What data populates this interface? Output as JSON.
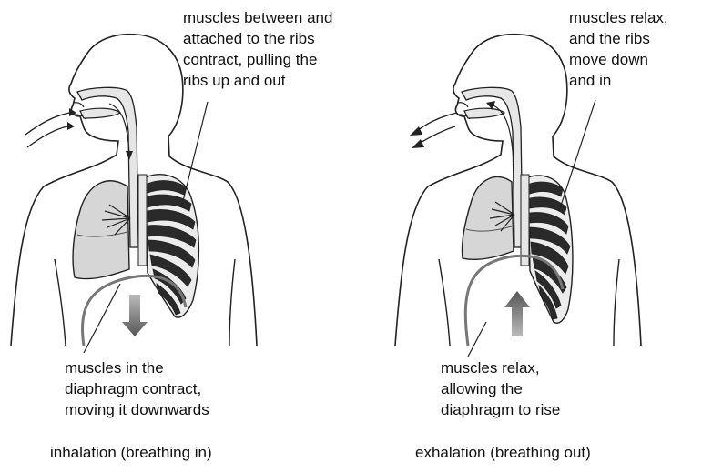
{
  "panels": [
    {
      "caption": "inhalation (breathing in)",
      "top_note": "muscles between and\nattached to the ribs\ncontract, pulling the\nribs up and out",
      "bottom_note": "muscles in the\ndiaphragm contract,\nmoving it downwards",
      "airflow": "in",
      "diaphragm_arrow": "down"
    },
    {
      "caption": "exhalation (breathing out)",
      "top_note": "muscles relax,\nand the ribs\nmove down\nand in",
      "bottom_note": "muscles relax,\nallowing the\ndiaphragm to rise",
      "airflow": "out",
      "diaphragm_arrow": "up"
    }
  ],
  "colors": {
    "outline": "#222222",
    "lung_fill": "#d6d6d6",
    "airway_fill": "#e6e6e6",
    "rib_dark": "#2a2a2a",
    "arrow_grey": "#777777"
  }
}
